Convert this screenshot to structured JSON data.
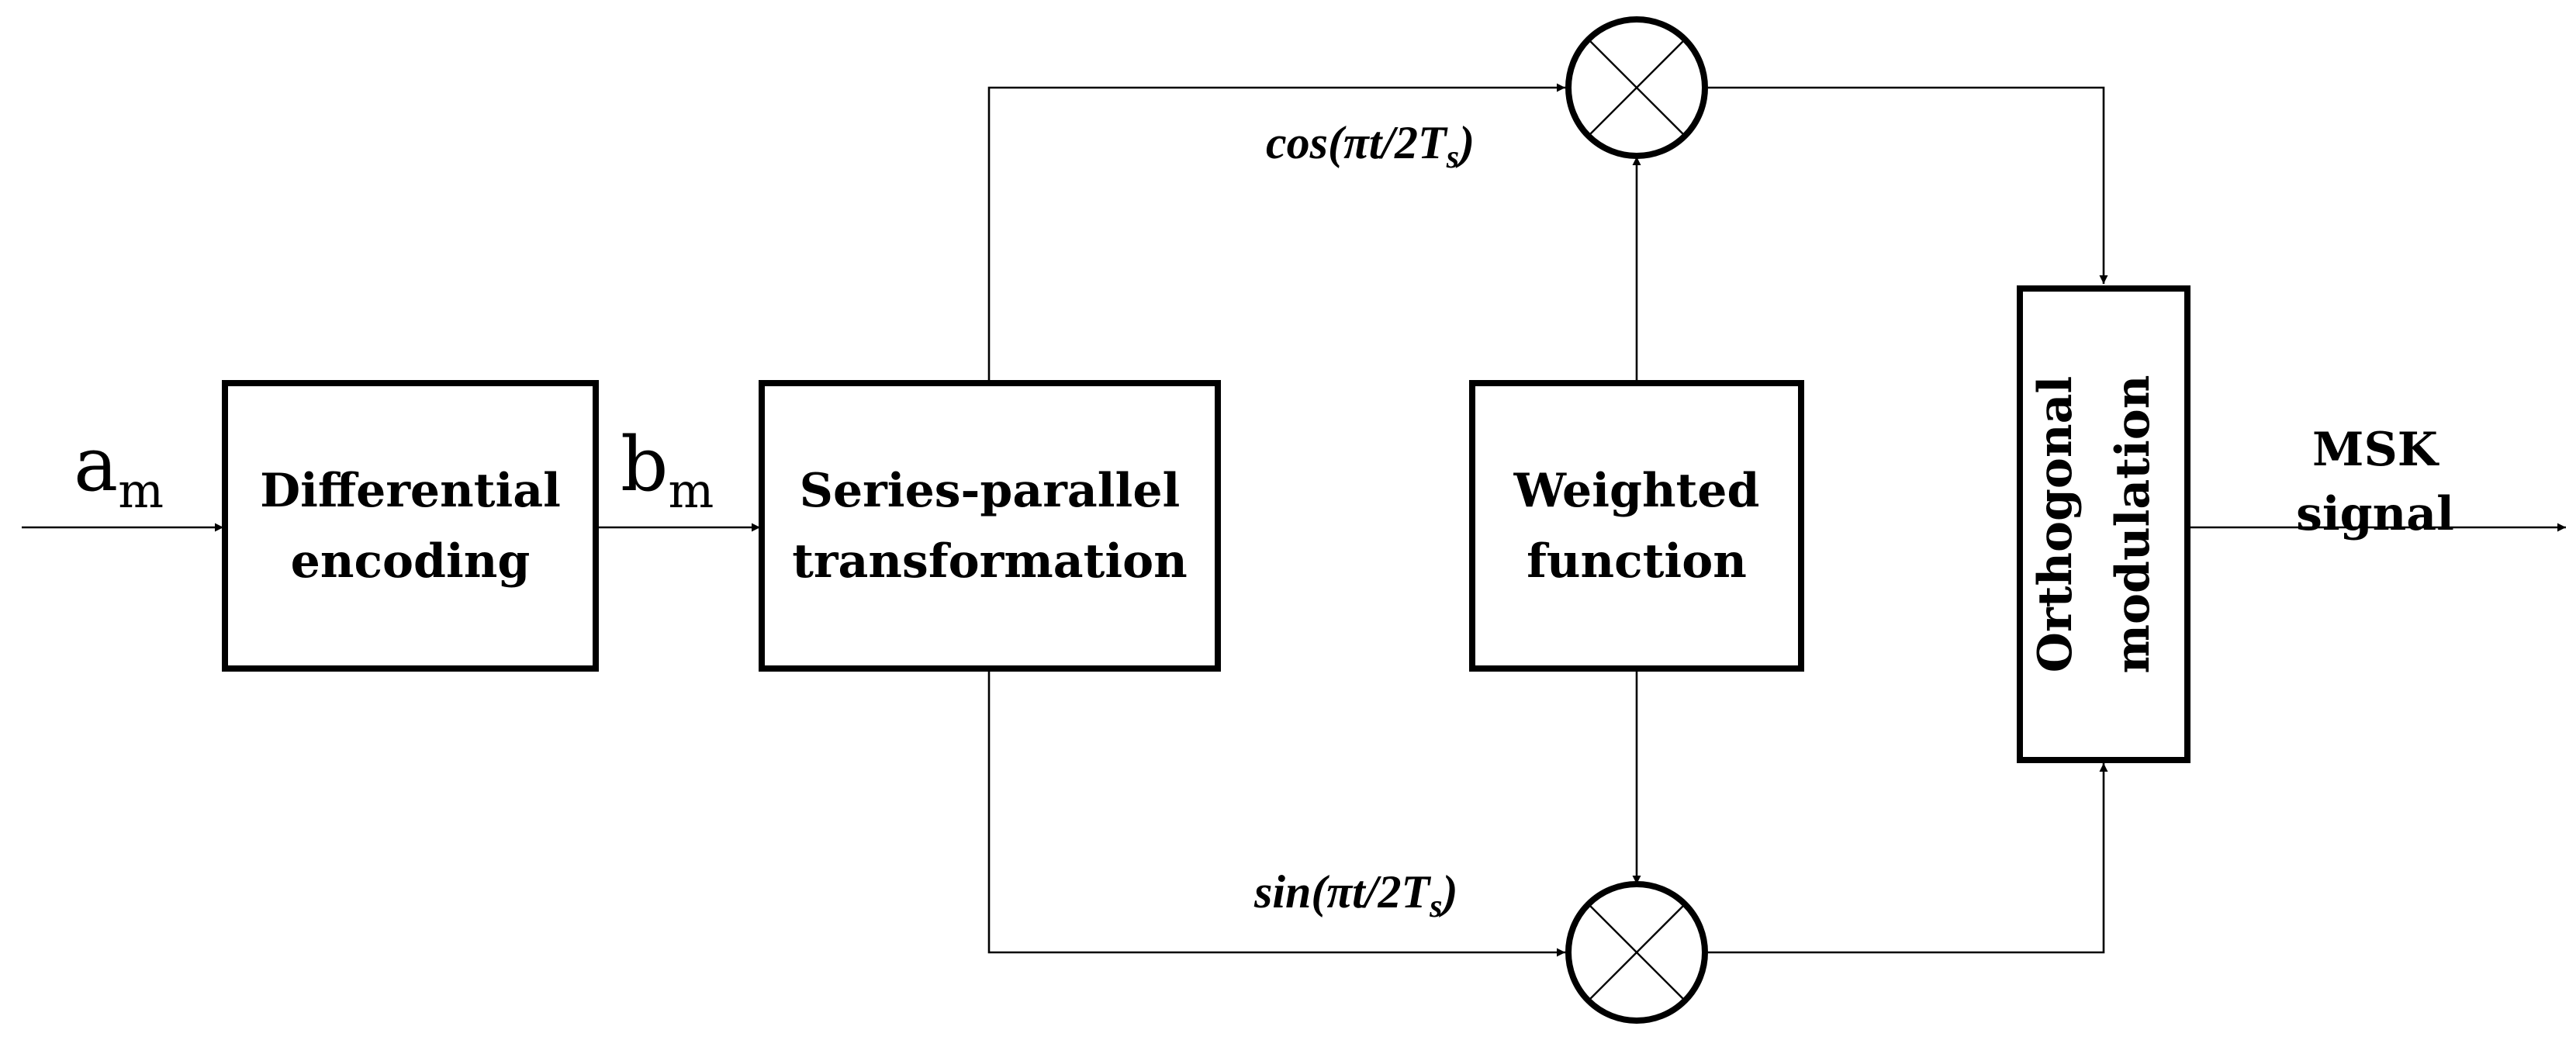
{
  "blocks": {
    "differential_encoding": [
      "Differential",
      "encoding"
    ],
    "series_parallel": [
      "Series-parallel",
      "transformation"
    ],
    "weighted_function": [
      "Weighted",
      "function"
    ],
    "orthogonal_modulation": [
      "Orthogonal",
      "modulation"
    ]
  },
  "signals": {
    "input": {
      "base": "a",
      "sub": "m"
    },
    "encoded": {
      "base": "b",
      "sub": "m"
    },
    "output": [
      "MSK",
      "signal"
    ]
  },
  "carriers": {
    "cos": "cos(πt/2Ts)",
    "sin": "sin(πt/2Ts)"
  }
}
